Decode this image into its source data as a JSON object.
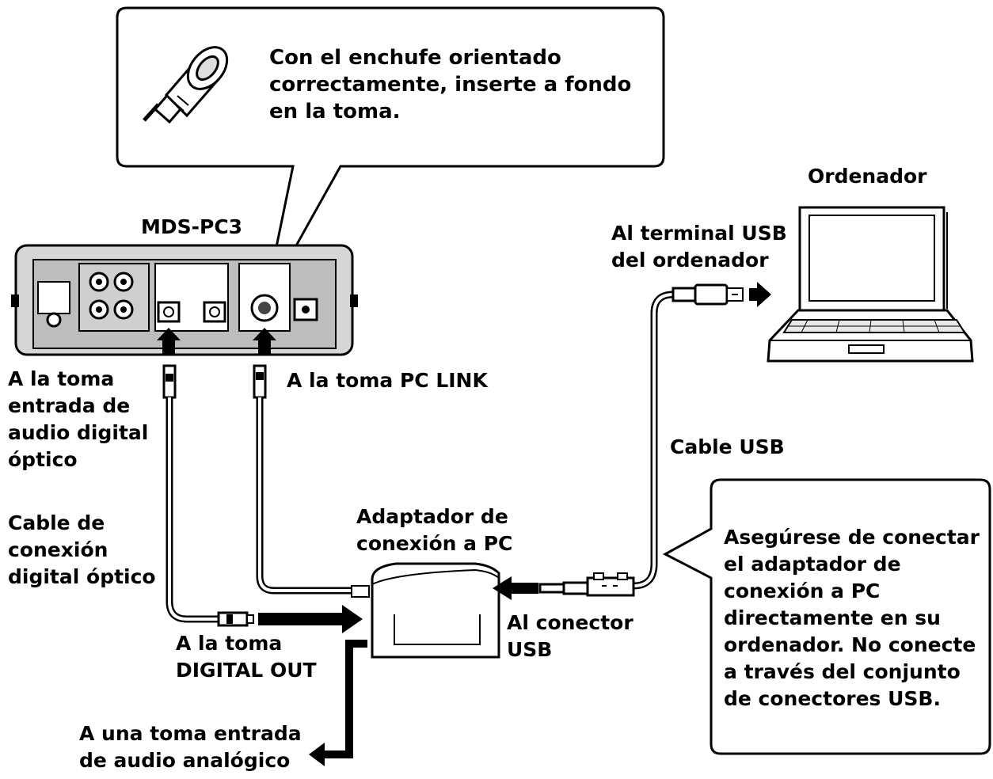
{
  "callout_top": {
    "lines": [
      "Con el enchufe orientado",
      "correctamente, inserte a fondo",
      "en la toma."
    ]
  },
  "callout_right": {
    "lines": [
      "Asegúrese de conectar",
      "el adaptador de",
      "conexión a PC",
      "directamente en su",
      "ordenador. No conecte",
      "a través del conjunto",
      "de conectores USB."
    ]
  },
  "labels": {
    "device": "MDS-PC3",
    "computer": "Ordenador",
    "usb_terminal": [
      "Al terminal USB",
      "del ordenador"
    ],
    "optical_input": [
      "A la toma",
      "entrada de",
      "audio digital",
      "óptico"
    ],
    "pc_link": "A la toma PC LINK",
    "usb_cable": "Cable USB",
    "optical_cable": [
      "Cable de",
      "conexión",
      "digital óptico"
    ],
    "adapter": [
      "Adaptador de",
      "conexión a PC"
    ],
    "usb_connector": [
      "Al conector",
      "USB"
    ],
    "digital_out": [
      "A la toma",
      "DIGITAL OUT"
    ],
    "analog_input": [
      "A una toma entrada",
      "de audio analógico"
    ]
  }
}
